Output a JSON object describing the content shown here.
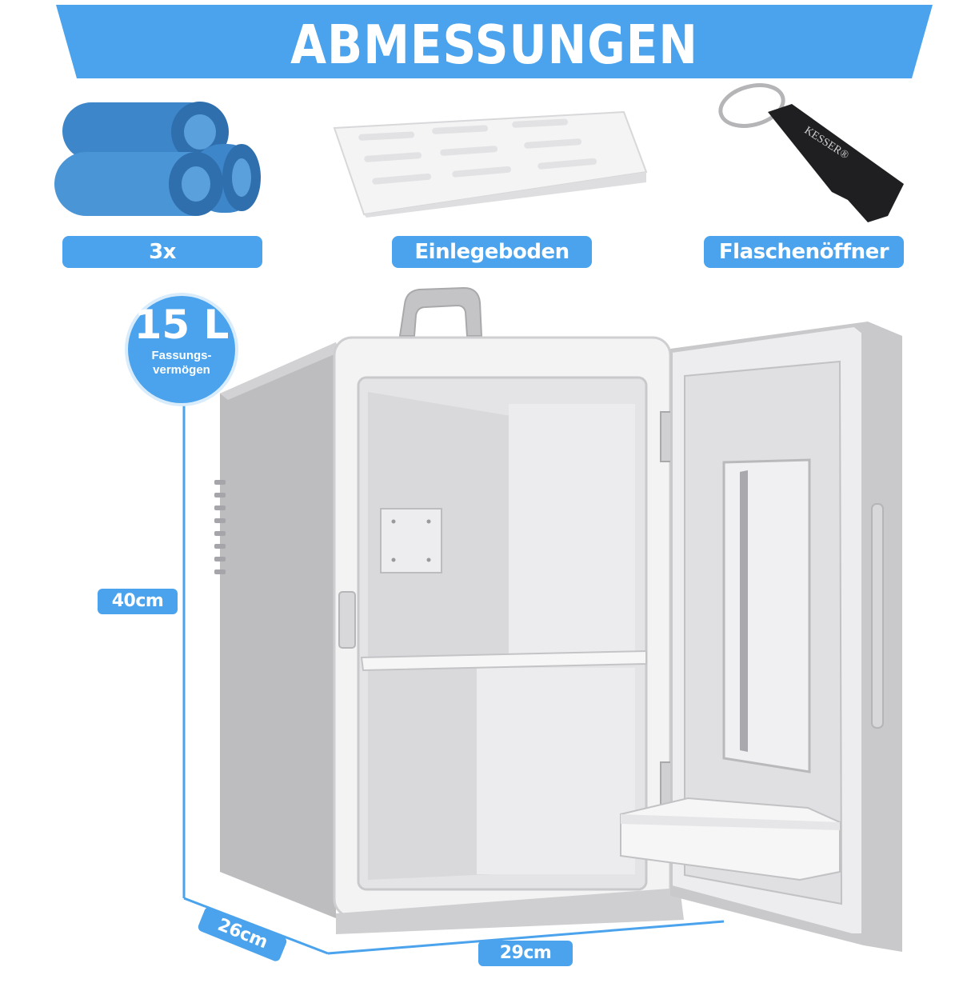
{
  "header": {
    "title": "ABMESSUNGEN"
  },
  "accessories": [
    {
      "label": "3x Mikrofasertuch"
    },
    {
      "label": "Einlegeboden"
    },
    {
      "label": "Flaschenöffner"
    }
  ],
  "opener_brand": "KESSER®",
  "capacity": {
    "value": "15 L",
    "line1": "Fassungs-",
    "line2": "vermögen"
  },
  "dimensions": {
    "height": "40cm",
    "depth": "26cm",
    "width": "29cm"
  },
  "colors": {
    "accent": "#4aa3ec",
    "body": "#bfbfc2",
    "interior": "#e6e6e8"
  }
}
